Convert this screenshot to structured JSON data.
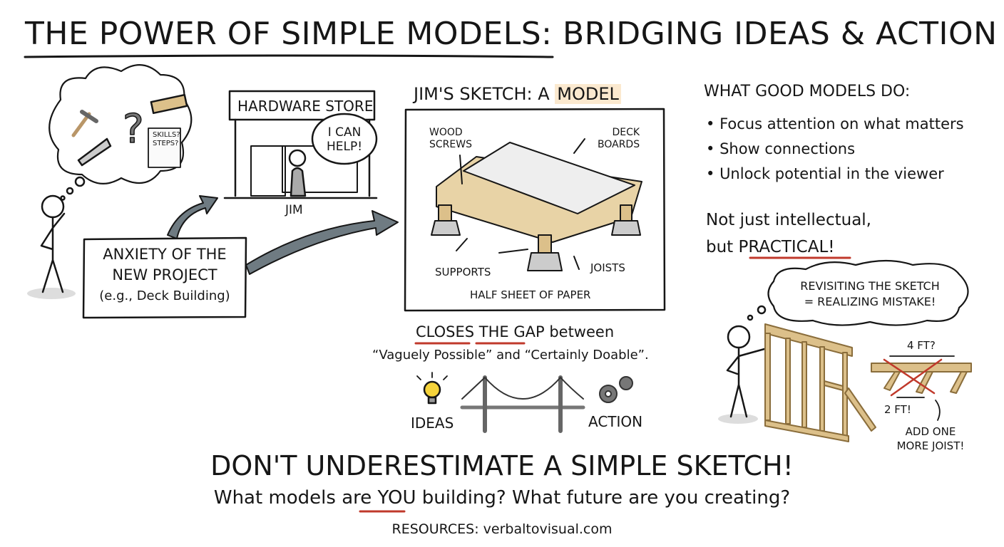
{
  "title": {
    "part1": "THE POWER OF SIMPLE MODELS:",
    "part2": "BRIDGING IDEAS & ACTION"
  },
  "thought_cloud": {
    "note_line1": "SKILLS?",
    "note_line2": "STEPS?",
    "symbol": "?"
  },
  "store": {
    "sign": "HARDWARE STORE",
    "speech_line1": "I CAN",
    "speech_line2": "HELP!",
    "person_label": "JIM"
  },
  "anxiety_box": {
    "line1": "ANXIETY OF THE",
    "line2": "NEW PROJECT",
    "line3": "(e.g., Deck Building)"
  },
  "sketch": {
    "title_prefix": "JIM'S SKETCH: A ",
    "title_highlight": "MODEL",
    "labels": {
      "wood_screws_1": "WOOD",
      "wood_screws_2": "SCREWS",
      "deck_boards_1": "DECK",
      "deck_boards_2": "BOARDS",
      "supports": "SUPPORTS",
      "joists": "JOISTS"
    },
    "caption": "HALF SHEET OF PAPER"
  },
  "gap": {
    "closes": "CLOSES",
    "the_gap": "THE GAP",
    "between": "between",
    "quote_line": "“Vaguely Possible” and “Certainly Doable”.",
    "ideas": "IDEAS",
    "action": "ACTION"
  },
  "good_models": {
    "heading": "WHAT GOOD MODELS DO:",
    "bullets": [
      "Focus attention on what matters",
      "Show connections",
      "Unlock potential in the viewer"
    ],
    "practical_line1": "Not just intellectual,",
    "practical_prefix": "but ",
    "practical_word": "PRACTICAL",
    "practical_suffix": "!"
  },
  "mistake": {
    "cloud_line1": "REVISITING THE SKETCH",
    "cloud_line2": "= REALIZING MISTAKE!",
    "span_top": "4 FT?",
    "span_bottom": "2 FT!",
    "note_line1": "ADD ONE",
    "note_line2": "MORE JOIST!"
  },
  "footer": {
    "headline": "DON'T UNDERESTIMATE A SIMPLE SKETCH!",
    "question_prefix": "What models are ",
    "question_you": "YOU",
    "question_suffix": " building? What future are you creating?",
    "resources": "RESOURCES: verbaltovisual.com"
  },
  "colors": {
    "ink": "#161616",
    "accent_red": "#c0392b",
    "wood": "#dcc08a",
    "gray": "#6f7b82",
    "bulb": "#f5d33b"
  }
}
